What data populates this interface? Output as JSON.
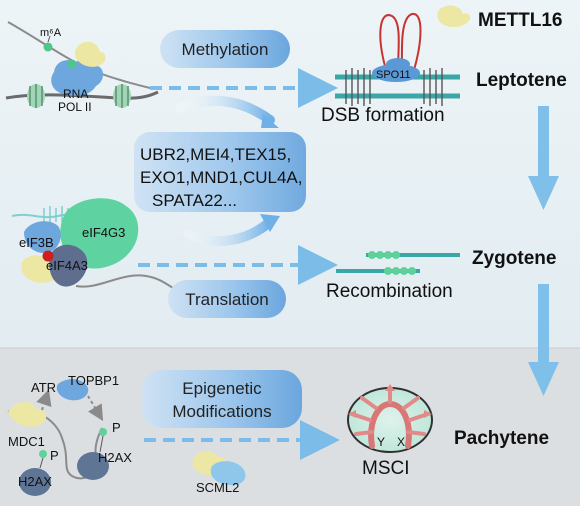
{
  "legend": {
    "label": "METTL16"
  },
  "stages": {
    "leptotene": "Leptotene",
    "zygotene": "Zygotene",
    "pachytene": "Pachytene"
  },
  "processes": {
    "methylation": "Methylation",
    "translation": "Translation",
    "epigenetic_line1": "Epigenetic",
    "epigenetic_line2": "Modifications"
  },
  "outcomes": {
    "dsb": "DSB formation",
    "recombination": "Recombination",
    "msci": "MSCI"
  },
  "methylation_panel": {
    "m6a": "m⁶A",
    "rna": "RNA",
    "pol": "POL II",
    "spo11": "SPO11"
  },
  "translation_panel": {
    "eif3b": "eIF3B",
    "eif4g3": "eIF4G3",
    "eif4a3": "eIF4A3"
  },
  "gene_list": [
    "UBR2,MEI4,TEX15,",
    "EXO1,MND1,CUL4A,",
    "SPATA22..."
  ],
  "epigenetic_panel": {
    "atr": "ATR",
    "topbp1": "TOPBP1",
    "mdc1": "MDC1",
    "p1": "P",
    "p2": "P",
    "h2ax1": "H2AX",
    "h2ax2": "H2AX",
    "scml2": "SCML2",
    "y": "Y",
    "x": "X"
  },
  "colors": {
    "top_bg": "#e6f0f5",
    "bottom_bg": "#dcdfe2",
    "pill": "#7fb2e0",
    "arrow": "#74b8e6",
    "mettl16": "#ece8a4",
    "green_protein": "#5ed2a0",
    "chromatin": "#3aa6a6",
    "spo11": "#5b98d6",
    "red": "#c73333"
  }
}
